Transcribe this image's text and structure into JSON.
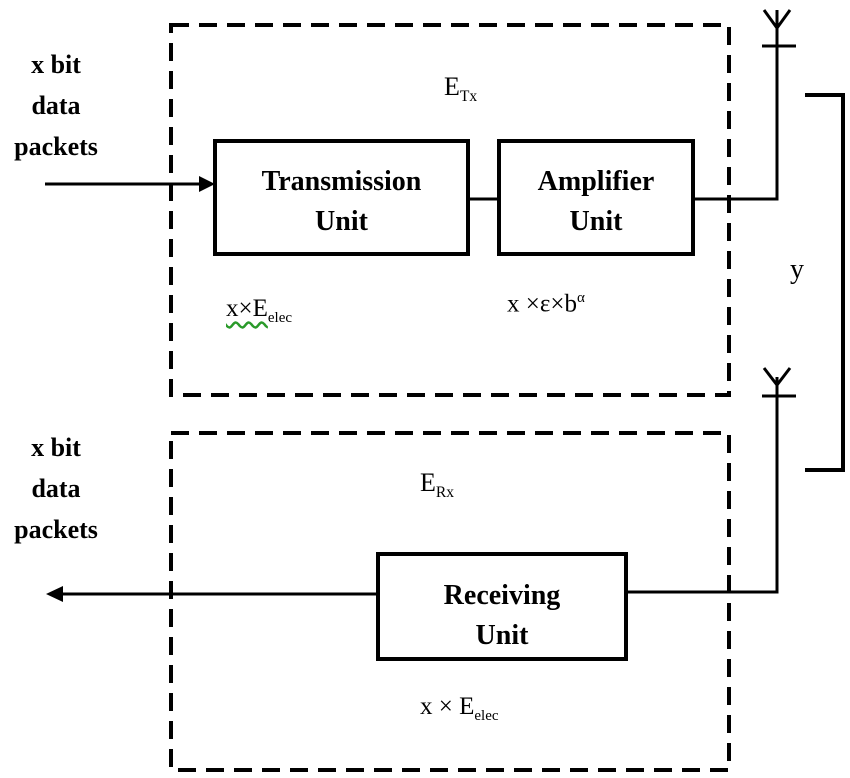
{
  "input_label": [
    "x bit",
    "data",
    "packets"
  ],
  "output_label": [
    "x bit",
    "data",
    "packets"
  ],
  "tx_section": {
    "label": "E",
    "label_sub": "Tx"
  },
  "rx_section": {
    "label": "E",
    "label_sub": "Rx"
  },
  "transmission_unit": {
    "line1": "Transmission",
    "line2": "Unit"
  },
  "amplifier_unit": {
    "line1": "Amplifier",
    "line2": "Unit"
  },
  "receiving_unit": {
    "line1": "Receiving",
    "line2": "Unit"
  },
  "tx_energy_formula": {
    "prefix": "x×E",
    "sub": "elec"
  },
  "amp_energy_formula": {
    "prefix": "x ×ε×b",
    "sup": "α"
  },
  "rx_energy_formula": {
    "prefix": "x × E",
    "sub": "elec"
  },
  "distance_label": "y"
}
